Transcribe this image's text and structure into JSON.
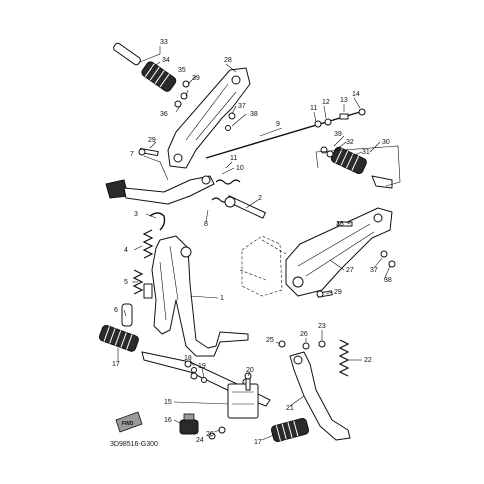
{
  "diagram": {
    "code": "3D98516-G300",
    "fwd_label": "FWD",
    "callouts": {
      "c1": "1",
      "c2": "2",
      "c3": "3",
      "c4": "4",
      "c5": "5",
      "c6": "6",
      "c7": "7",
      "c8": "8",
      "c9": "9",
      "c10": "10",
      "c11": "11",
      "c12": "12",
      "c13": "13",
      "c14": "14",
      "c15": "15",
      "c16": "16",
      "c17a": "17",
      "c17b": "17",
      "c18": "18",
      "c19": "19",
      "c20": "20",
      "c21": "21",
      "c22": "22",
      "c23": "23",
      "c24": "24",
      "c25": "25",
      "c26a": "26",
      "c26b": "26",
      "c27": "27",
      "c28": "28",
      "c29a": "29",
      "c29b": "29",
      "c30": "30",
      "c31": "31",
      "c32": "32",
      "c33": "33",
      "c34": "34",
      "c35": "35",
      "c36a": "36",
      "c36b": "36",
      "c37a": "37",
      "c37b": "37",
      "c38a": "38",
      "c38b": "38",
      "c39a": "39",
      "c39b": "39"
    }
  }
}
